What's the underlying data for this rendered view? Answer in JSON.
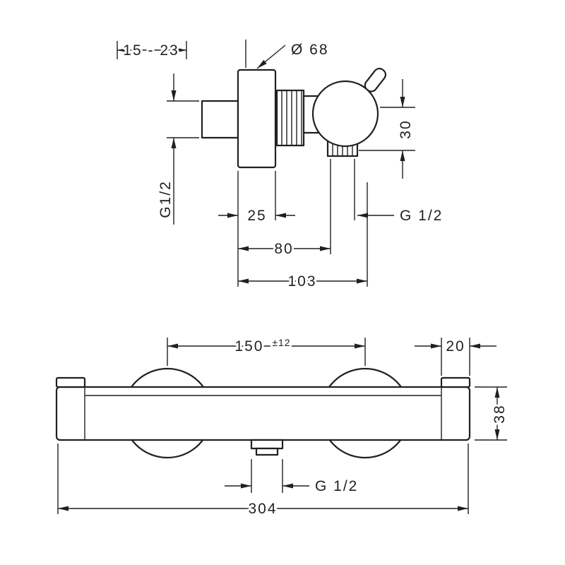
{
  "drawing": {
    "type": "technical-dimension-drawing",
    "line_color": "#231f20",
    "background_color": "#ffffff"
  },
  "top_view": {
    "name": "valve-side-view",
    "dims": {
      "depth_range": "15 - 23",
      "diameter": "Ø 68",
      "outlet_offset": "30",
      "thread_left": "G1/2",
      "escutcheon_depth": "25",
      "thread_right": "G 1/2",
      "outlet_distance": "80",
      "total_depth": "103"
    }
  },
  "front_view": {
    "name": "mixer-front-view",
    "dims": {
      "center_distance": "150",
      "center_tolerance": "±12",
      "end_width": "20",
      "body_height": "38",
      "outlet_thread": "G 1/2",
      "total_width": "304"
    }
  }
}
